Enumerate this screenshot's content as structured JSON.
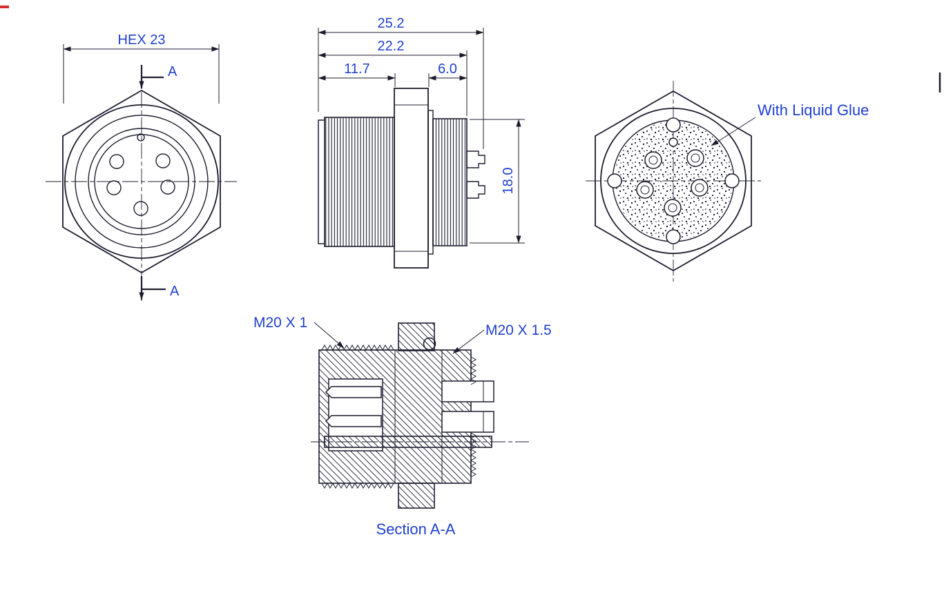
{
  "colors": {
    "background": "#ffffff",
    "line": "#1c1c2e",
    "dim_text": "#1e3fd2",
    "accent_red": "#d42b2b"
  },
  "front_view": {
    "hex_label": "HEX 23",
    "section_marker_top": "A",
    "section_marker_bottom": "A"
  },
  "side_view": {
    "dim_overall_length": "25.2",
    "dim_body_length": "22.2",
    "dim_front_length": "11.7",
    "dim_rear_length": "6.0",
    "dim_rear_diameter": "18.0"
  },
  "rear_view": {
    "glue_label": "With Liquid Glue"
  },
  "section_view": {
    "front_thread_label": "M20 X 1",
    "rear_thread_label": "M20 X 1.5",
    "caption": "Section A-A"
  }
}
